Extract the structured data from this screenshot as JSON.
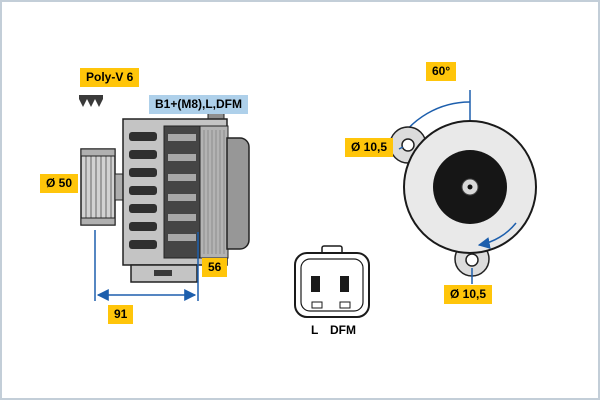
{
  "diagram": {
    "side_view": {
      "belt_label": "Poly-V 6",
      "terminal_label": "B1+(M8),L,DFM",
      "pulley_diameter": "Ø 50",
      "depth_dim": "56",
      "length_dim": "91"
    },
    "front_view": {
      "angle": "60°",
      "hole_top_diameter": "Ø 10,5",
      "hole_bottom_diameter": "Ø 10,5"
    },
    "connector": {
      "pin_left": "L",
      "pin_right": "DFM"
    },
    "colors": {
      "label_yellow": "#ffc50a",
      "label_blue": "#aed0ea",
      "dimension_blue": "#1d5fad",
      "body_dark": "#161616"
    }
  }
}
